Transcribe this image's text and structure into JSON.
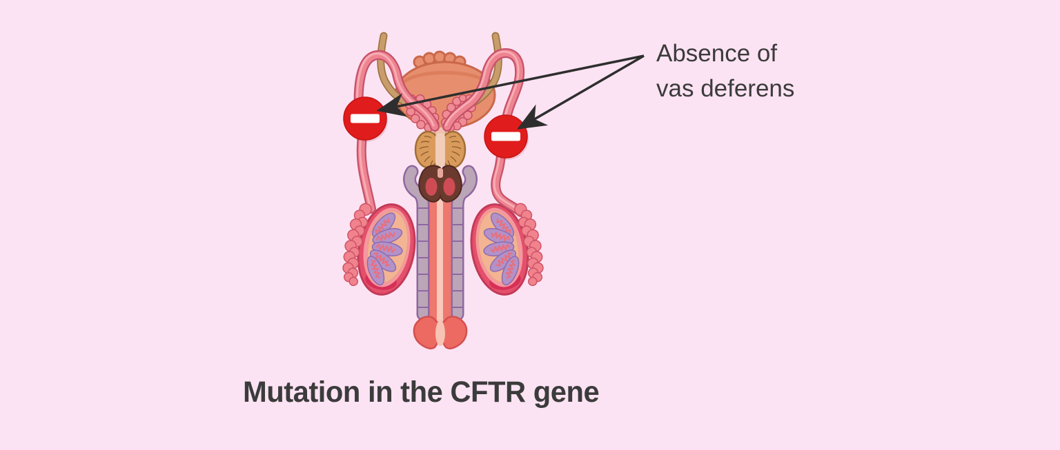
{
  "annotation": {
    "line1": "Absence of",
    "line2": "vas deferens"
  },
  "caption": "Mutation in the CFTR gene",
  "colors": {
    "background": "#fce3f3",
    "prohibition_red": "#e11c1c",
    "text_dark": "#3b3b3b",
    "arrow": "#2e2e2e"
  },
  "icons": [
    {
      "name": "no-entry-icon-left"
    },
    {
      "name": "no-entry-icon-right"
    }
  ],
  "illustration": {
    "subject": "male-reproductive-system-anterior-view",
    "parts": [
      "bladder",
      "ureter-left",
      "ureter-right",
      "vas-deferens-left",
      "vas-deferens-right",
      "seminal-vesicle-left",
      "seminal-vesicle-right",
      "prostate",
      "penile-bulb",
      "urethra",
      "corpus-cavernosum-left",
      "corpus-cavernosum-right",
      "glans",
      "testis-left",
      "testis-right",
      "epididymis-left",
      "epididymis-right"
    ]
  }
}
